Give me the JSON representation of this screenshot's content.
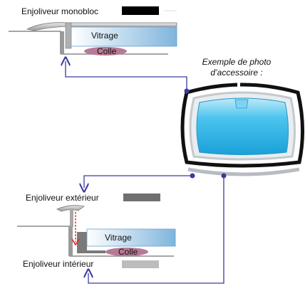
{
  "labels": {
    "top_trim": "Enjoliveur monobloc",
    "glazing": "Vitrage",
    "glue": "Colle",
    "photo_caption_line1": "Exemple de photo",
    "photo_caption_line2": "d’accessoire :",
    "outer_trim": "Enjoliveur extérieur",
    "glazing_bottom": "Vitrage",
    "glue_bottom": "Colle",
    "inner_trim": "Enjoliveur intérieur"
  },
  "colors": {
    "top_trim_swatch": "#000000",
    "outer_trim_swatch": "#707070",
    "inner_trim_swatch": "#bcbcbc",
    "connector": "#3a3aa0",
    "glue": "#b77a96",
    "glazing": "#7fb5dd",
    "windshield": "#35b7e6",
    "insertion_arrow": "#e02020"
  }
}
